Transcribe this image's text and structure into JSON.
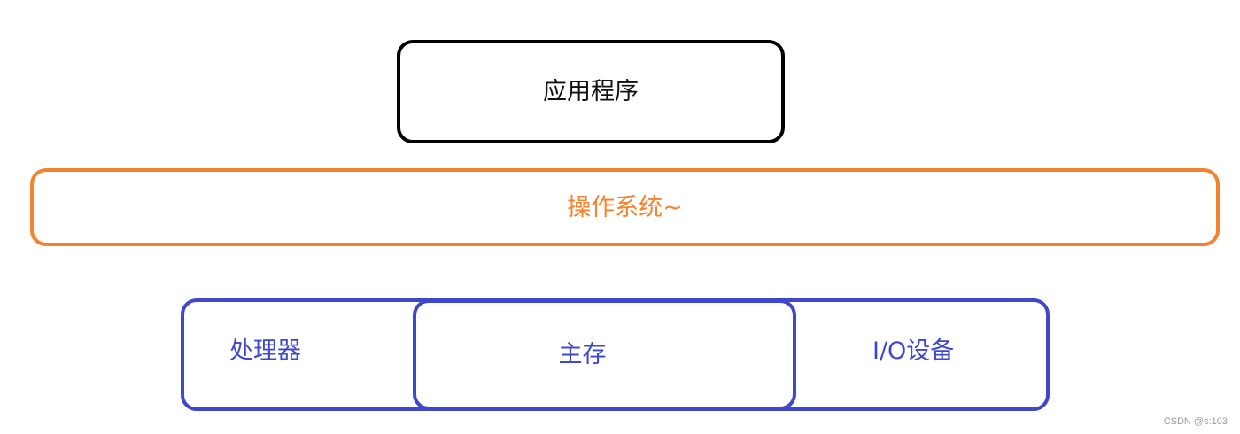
{
  "diagram": {
    "type": "layered-architecture",
    "layers": [
      {
        "id": "application",
        "label": "应用程序",
        "border_color": "#000000",
        "text_color": "#111111"
      },
      {
        "id": "operating-system",
        "label": "操作系统~",
        "border_color": "#f5822f",
        "text_color": "#f5822f"
      },
      {
        "id": "hardware",
        "border_color": "#3f48cc",
        "text_color": "#3f48cc",
        "components": [
          {
            "id": "processor",
            "label": "处理器"
          },
          {
            "id": "main-memory",
            "label": "主存"
          },
          {
            "id": "io-devices",
            "label": "I/O设备"
          }
        ]
      }
    ]
  },
  "watermark": "CSDN @s:103"
}
